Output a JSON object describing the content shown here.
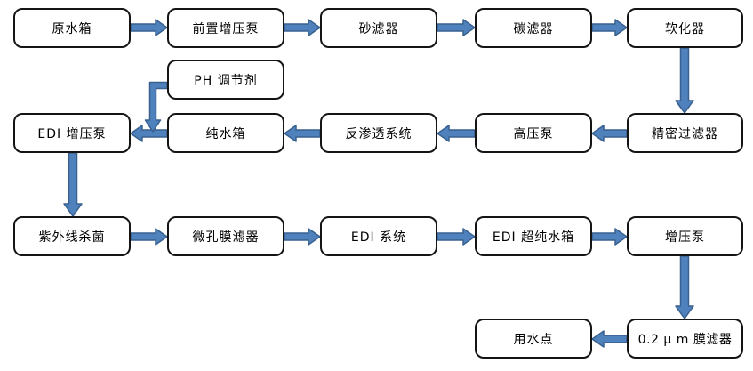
{
  "diagram": {
    "type": "process-flowchart",
    "subject": "EDI ultrapure water treatment process flow",
    "nodes": {
      "raw_water_tank": "原水箱",
      "pre_booster_pump": "前置增压泵",
      "sand_filter": "砂滤器",
      "carbon_filter": "碳滤器",
      "softener": "软化器",
      "ph_dosing": "PH 调节剂",
      "edi_booster_pump": "EDI 增压泵",
      "pure_water_tank": "纯水箱",
      "ro_system": "反渗透系统",
      "high_pressure_pump": "高压泵",
      "precision_filter": "精密过滤器",
      "uv_sterilizer": "紫外线杀菌",
      "microporous_membrane_filter": "微孔膜滤器",
      "edi_system": "EDI 系统",
      "edi_ultrapure_tank": "EDI 超纯水箱",
      "booster_pump": "增压泵",
      "point_of_use": "用水点",
      "membrane_filter_02um": "0.2 μ m 膜滤器"
    },
    "edges": [
      {
        "from": "raw_water_tank",
        "to": "pre_booster_pump"
      },
      {
        "from": "pre_booster_pump",
        "to": "sand_filter"
      },
      {
        "from": "sand_filter",
        "to": "carbon_filter"
      },
      {
        "from": "carbon_filter",
        "to": "softener"
      },
      {
        "from": "softener",
        "to": "precision_filter"
      },
      {
        "from": "precision_filter",
        "to": "high_pressure_pump"
      },
      {
        "from": "high_pressure_pump",
        "to": "ro_system"
      },
      {
        "from": "ro_system",
        "to": "pure_water_tank"
      },
      {
        "from": "pure_water_tank",
        "to": "edi_booster_pump"
      },
      {
        "from": "ph_dosing",
        "to": "edi_booster_pump"
      },
      {
        "from": "edi_booster_pump",
        "to": "uv_sterilizer"
      },
      {
        "from": "uv_sterilizer",
        "to": "microporous_membrane_filter"
      },
      {
        "from": "microporous_membrane_filter",
        "to": "edi_system"
      },
      {
        "from": "edi_system",
        "to": "edi_ultrapure_tank"
      },
      {
        "from": "edi_ultrapure_tank",
        "to": "booster_pump"
      },
      {
        "from": "booster_pump",
        "to": "membrane_filter_02um"
      },
      {
        "from": "membrane_filter_02um",
        "to": "point_of_use"
      }
    ],
    "colors": {
      "arrow_fill": "#4f81bd",
      "arrow_stroke": "#38618f",
      "box_border": "#141414",
      "box_fill": "#ffffff"
    }
  }
}
